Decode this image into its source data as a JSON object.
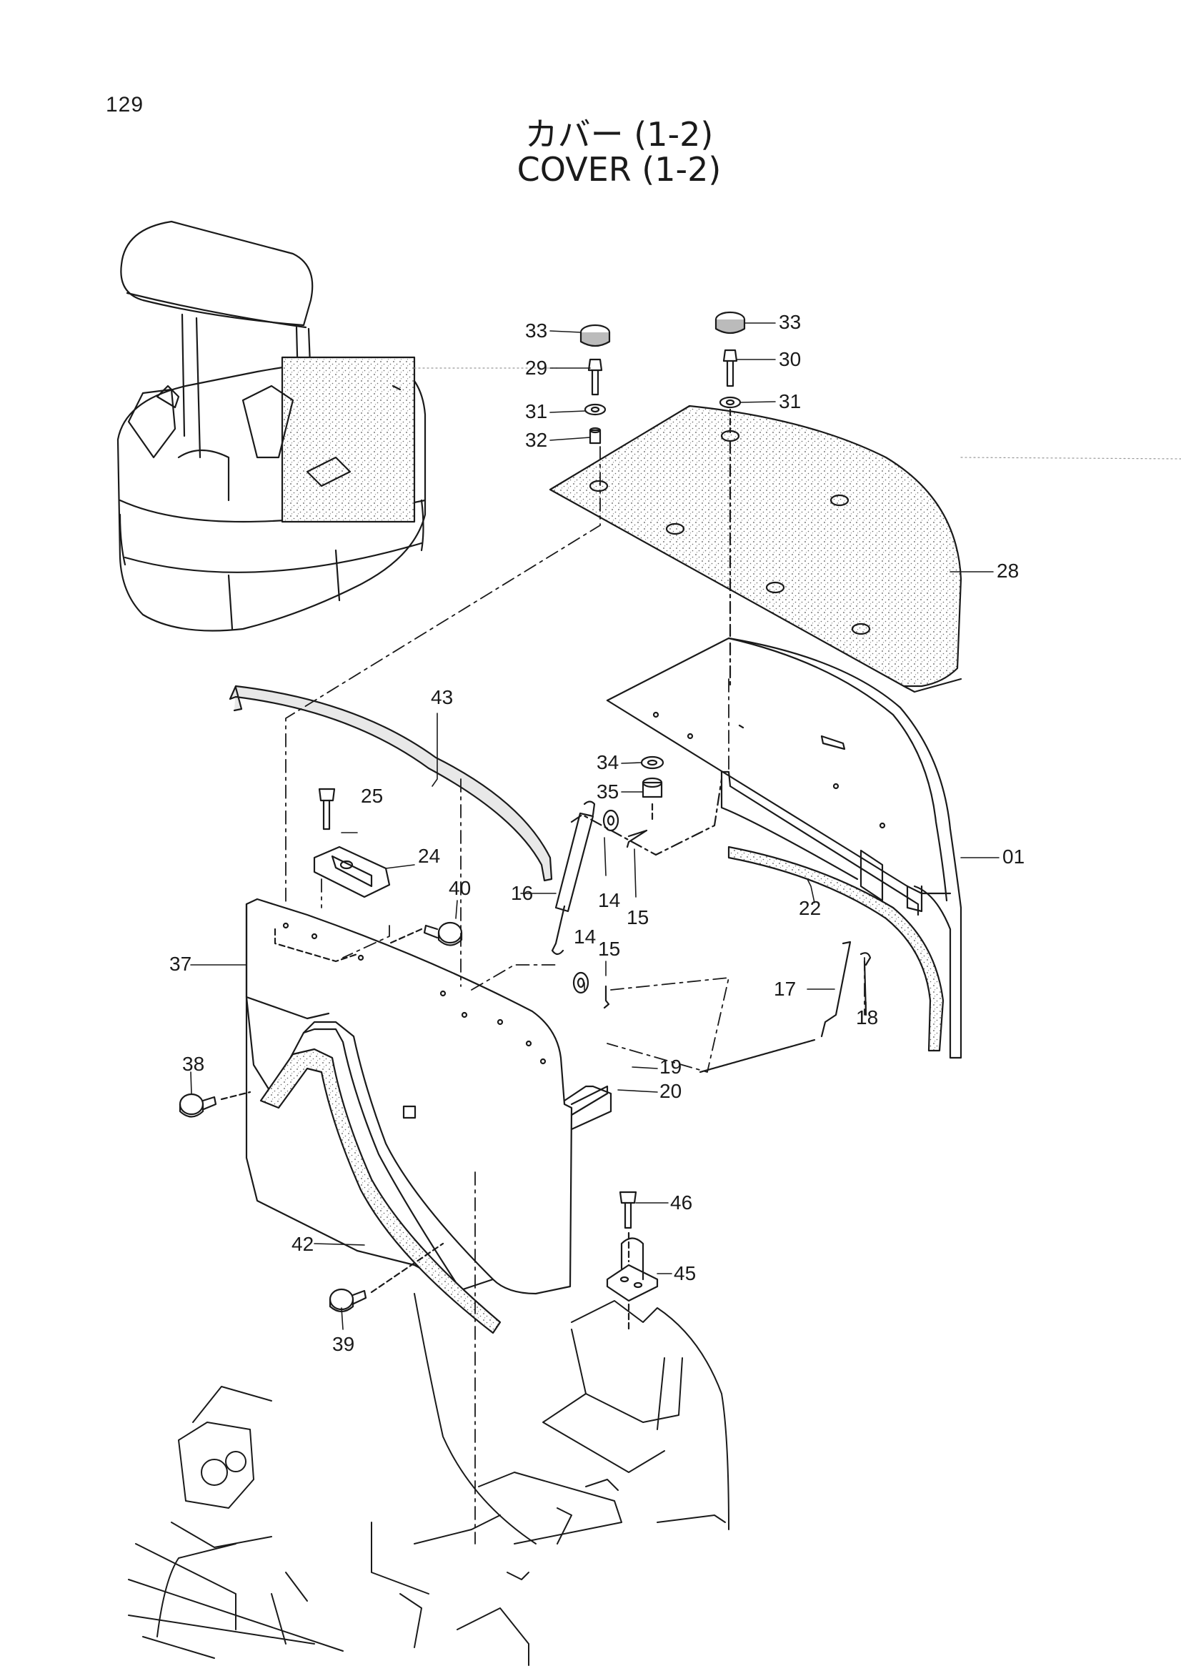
{
  "page_number": "129",
  "title_jp": "カバー (1-2)",
  "title_en": "COVER (1-2)",
  "callouts": {
    "c01": "01",
    "c14a": "14",
    "c14b": "14",
    "c15a": "15",
    "c15b": "15",
    "c16": "16",
    "c17": "17",
    "c18": "18",
    "c19": "19",
    "c20": "20",
    "c22": "22",
    "c24": "24",
    "c25": "25",
    "c28": "28",
    "c29": "29",
    "c30": "30",
    "c31a": "31",
    "c31b": "31",
    "c32": "32",
    "c33a": "33",
    "c33b": "33",
    "c34": "34",
    "c35": "35",
    "c37": "37",
    "c38": "38",
    "c39": "39",
    "c40": "40",
    "c42": "42",
    "c43": "43",
    "c45": "45",
    "c46": "46"
  },
  "colors": {
    "ink": "#1a1a1a",
    "paper": "#ffffff",
    "stipple": "#6a6a6a"
  }
}
